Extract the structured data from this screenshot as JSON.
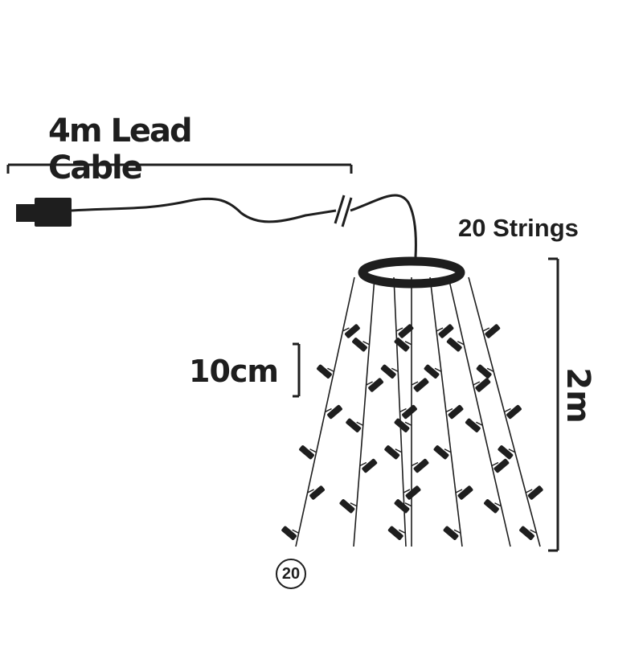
{
  "labels": {
    "lead_cable": "4m Lead Cable",
    "strings": "20 Strings",
    "bulb_spacing": "10cm",
    "drop_length": "2m",
    "string_count_badge": "20"
  },
  "icons": {
    "plug": "plug-icon",
    "ring": "ring-connector-icon",
    "cable_break": "cable-break-icon"
  },
  "colors": {
    "line": "#1e1e1e",
    "background": "#ffffff"
  }
}
